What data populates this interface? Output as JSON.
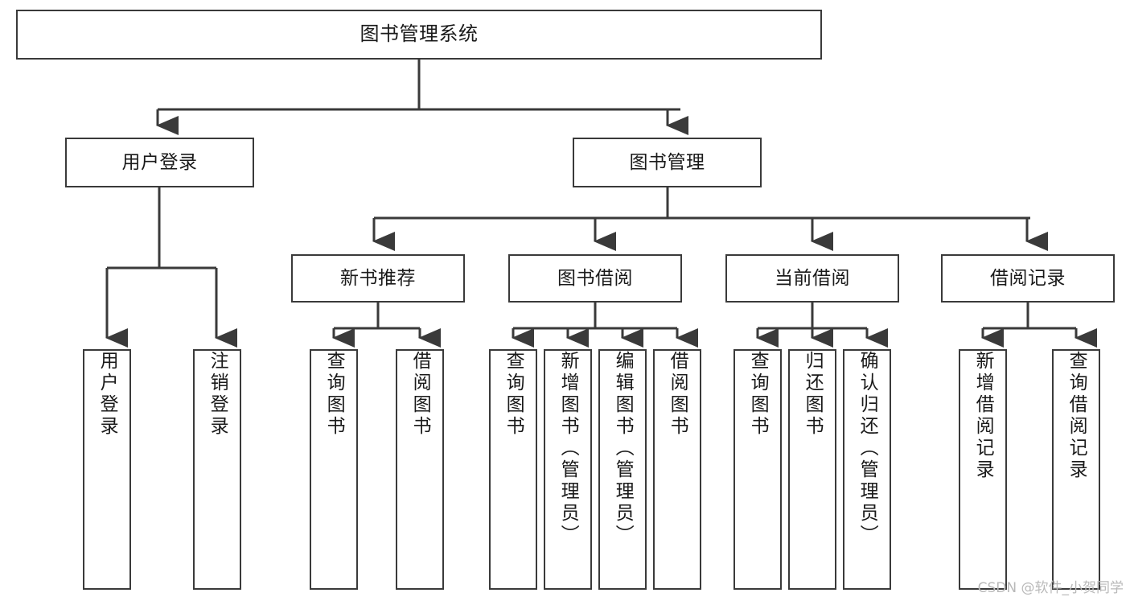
{
  "diagram": {
    "type": "tree",
    "title": "图书管理系统",
    "orientation": "top-down",
    "style": {
      "box_border_color": "#3a3a3a",
      "box_fill_color": "#ffffff",
      "edge_color": "#3a3a3a",
      "text_color": "#1a1a1a",
      "background": "#ffffff"
    },
    "nodes": {
      "root": {
        "label": "图书管理系统"
      },
      "level2": [
        {
          "label": "用户登录"
        },
        {
          "label": "图书管理"
        }
      ],
      "level3": [
        {
          "label": "新书推荐"
        },
        {
          "label": "图书借阅"
        },
        {
          "label": "当前借阅"
        },
        {
          "label": "借阅记录"
        }
      ],
      "leaves": {
        "user_login": [
          {
            "label": "用户登录"
          },
          {
            "label": "注销登录"
          }
        ],
        "new_book": [
          {
            "label": "查询图书"
          },
          {
            "label": "借阅图书"
          }
        ],
        "book_borrow": [
          {
            "label": "查询图书"
          },
          {
            "label": "新增图书（管理员）"
          },
          {
            "label": "编辑图书（管理员）"
          },
          {
            "label": "借阅图书"
          }
        ],
        "current_borrow": [
          {
            "label": "查询图书"
          },
          {
            "label": "归还图书"
          },
          {
            "label": "确认归还（管理员）"
          }
        ],
        "borrow_record": [
          {
            "label": "新增借阅记录"
          },
          {
            "label": "查询借阅记录"
          }
        ]
      }
    }
  },
  "watermark": {
    "text": "CSDN @软件_小贺同学"
  }
}
